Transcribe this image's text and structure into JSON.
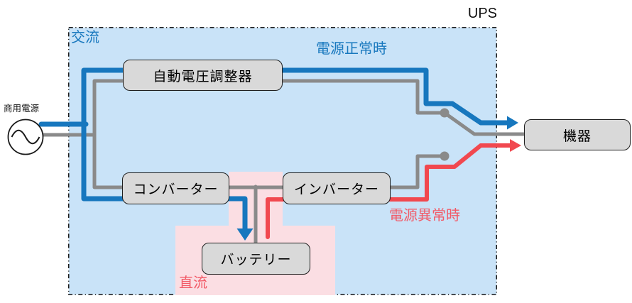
{
  "diagram": {
    "title": "UPS",
    "source": {
      "label": "商用電源"
    },
    "regions": {
      "ac": {
        "label": "交流",
        "fill": "#C9E3F8"
      },
      "dc": {
        "label": "直流",
        "fill": "#FBDEE3"
      }
    },
    "nodes": {
      "avr": {
        "label": "自動電圧調整器"
      },
      "converter": {
        "label": "コンバーター"
      },
      "inverter": {
        "label": "インバーター"
      },
      "battery": {
        "label": "バッテリー"
      },
      "equipment": {
        "label": "機器"
      }
    },
    "flows": {
      "normal": {
        "label": "電源正常時",
        "color": "#1777BE"
      },
      "abnormal": {
        "label": "電源異常時",
        "color": "#F1484F"
      }
    },
    "colors": {
      "wire": "#8A8A8A",
      "node_fill": "#D9D9D9",
      "node_border": "#1F1F1F",
      "region_outline": "#1A1A1A",
      "label_blue": "#1878BE",
      "label_red": "#F25A67"
    }
  }
}
